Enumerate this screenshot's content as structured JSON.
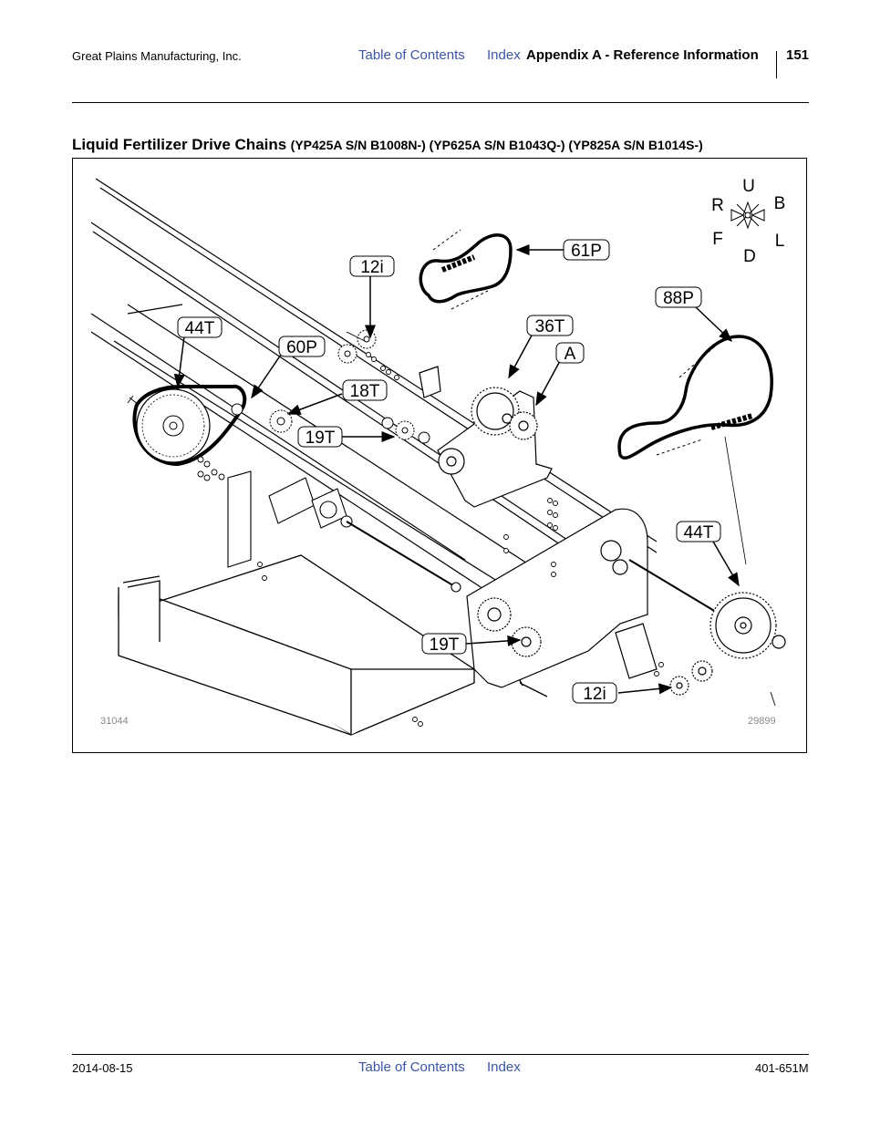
{
  "header": {
    "company": "Great Plains Manufacturing, Inc.",
    "toc_link": "Table of Contents",
    "index_link": "Index",
    "section": "Appendix A - Reference Information",
    "page_number": "151"
  },
  "title": {
    "main": "Liquid Fertilizer Drive Chains",
    "models": "(YP425A S/N B1008N-) (YP625A S/N B1043Q-) (YP825A S/N B1014S-)"
  },
  "figure": {
    "callouts": [
      "12i",
      "44T",
      "60P",
      "18T",
      "19T",
      "61P",
      "36T",
      "A",
      "88P",
      "44T",
      "19T",
      "12i"
    ],
    "compass": {
      "up": "U",
      "right": "R",
      "back": "B",
      "front": "F",
      "left": "L",
      "down": "D"
    },
    "drawing_numbers": {
      "left": "31044",
      "right": "29899"
    },
    "line_color": "#000000",
    "link_color": "#3a55a4"
  },
  "footer": {
    "date": "2014-08-15",
    "toc_link": "Table of Contents",
    "index_link": "Index",
    "doc_number": "401-651M"
  }
}
